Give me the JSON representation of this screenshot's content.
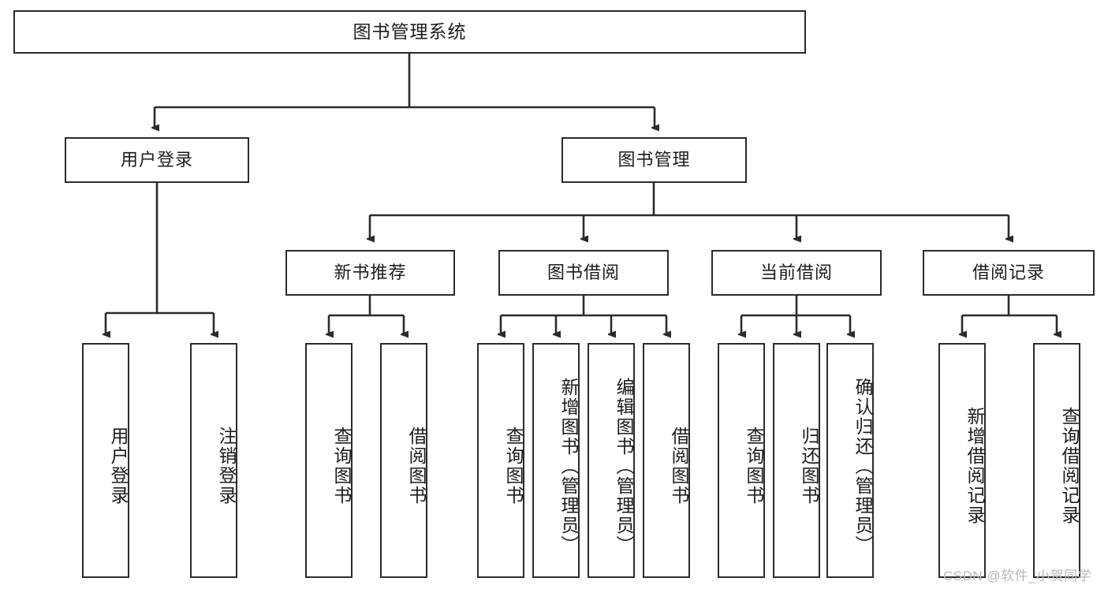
{
  "diagram": {
    "title": "图书管理系统",
    "type": "tree",
    "root": {
      "id": "root",
      "label": "图书管理系统"
    },
    "level1": [
      {
        "id": "user-login",
        "label": "用户登录"
      },
      {
        "id": "book-manage",
        "label": "图书管理"
      }
    ],
    "level2": [
      {
        "id": "new-book-recommend",
        "label": "新书推荐",
        "parent": "book-manage"
      },
      {
        "id": "book-borrow",
        "label": "图书借阅",
        "parent": "book-manage"
      },
      {
        "id": "current-borrow",
        "label": "当前借阅",
        "parent": "book-manage"
      },
      {
        "id": "borrow-record",
        "label": "借阅记录",
        "parent": "book-manage"
      }
    ],
    "leaves": [
      {
        "id": "leaf-user-login",
        "label": "用户登录",
        "parent": "user-login"
      },
      {
        "id": "leaf-user-logout",
        "label": "注销登录",
        "parent": "user-login"
      },
      {
        "id": "leaf-query-book-1",
        "label": "查询图书",
        "parent": "new-book-recommend"
      },
      {
        "id": "leaf-borrow-book-1",
        "label": "借阅图书",
        "parent": "new-book-recommend"
      },
      {
        "id": "leaf-query-book-2",
        "label": "查询图书",
        "parent": "book-borrow"
      },
      {
        "id": "leaf-add-book",
        "label": "新增图书（管理员）",
        "parent": "book-borrow"
      },
      {
        "id": "leaf-edit-book",
        "label": "编辑图书（管理员）",
        "parent": "book-borrow"
      },
      {
        "id": "leaf-borrow-book-2",
        "label": "借阅图书",
        "parent": "book-borrow"
      },
      {
        "id": "leaf-query-book-3",
        "label": "查询图书",
        "parent": "current-borrow"
      },
      {
        "id": "leaf-return-book",
        "label": "归还图书",
        "parent": "current-borrow"
      },
      {
        "id": "leaf-confirm-return",
        "label": "确认归还（管理员）",
        "parent": "current-borrow"
      },
      {
        "id": "leaf-add-record",
        "label": "新增借阅记录",
        "parent": "borrow-record"
      },
      {
        "id": "leaf-query-record",
        "label": "查询借阅记录",
        "parent": "borrow-record"
      }
    ],
    "colors": {
      "stroke": "#2b2b2b",
      "fill": "#ffffff",
      "text": "#1c1c1c",
      "watermark": "#b9b9b9"
    }
  },
  "watermark": {
    "text": "CSDN @软件_小贺同学"
  }
}
